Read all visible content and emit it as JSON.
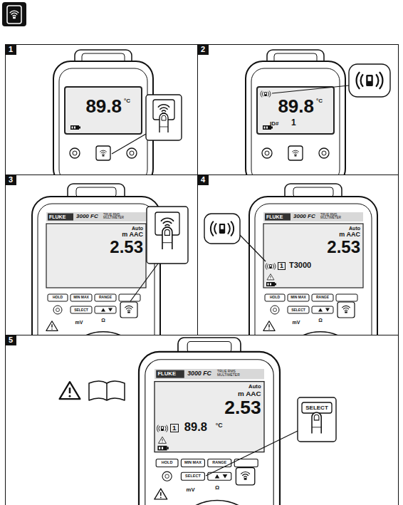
{
  "diagram": {
    "nodes": [
      {
        "text": [
          "1"
        ]
      },
      {
        "text": [
          "2"
        ]
      },
      {
        "text": [
          "3"
        ]
      },
      {
        "text": [
          "4"
        ]
      },
      {
        "text": [
          "5"
        ]
      }
    ],
    "labels": [
      "89.8",
      "°C",
      "89.8",
      "°C",
      "ID#",
      "1",
      "FLUKE",
      "3000 FC",
      "TRUE RMS MULTIMETER",
      "Auto",
      "m AAC",
      "2.53",
      "HOLD",
      "MIN MAX",
      "RANGE",
      "SELECT",
      "mV",
      "Ω",
      "FLUKE",
      "3000 FC",
      "TRUE RMS MULTIMETER",
      "Auto",
      "m AAC",
      "2.53",
      "1",
      "T3000",
      "HOLD",
      "MIN MAX",
      "RANGE",
      "SELECT",
      "mV",
      "Ω",
      "FLUKE",
      "3000 FC",
      "TRUE RMS MULTIMETER",
      "Auto",
      "m AAC",
      "2.53",
      "1",
      "89.8",
      "°C",
      "HOLD",
      "MIN MAX",
      "RANGE",
      "SELECT",
      "mV",
      "Ω",
      "SELECT"
    ]
  }
}
